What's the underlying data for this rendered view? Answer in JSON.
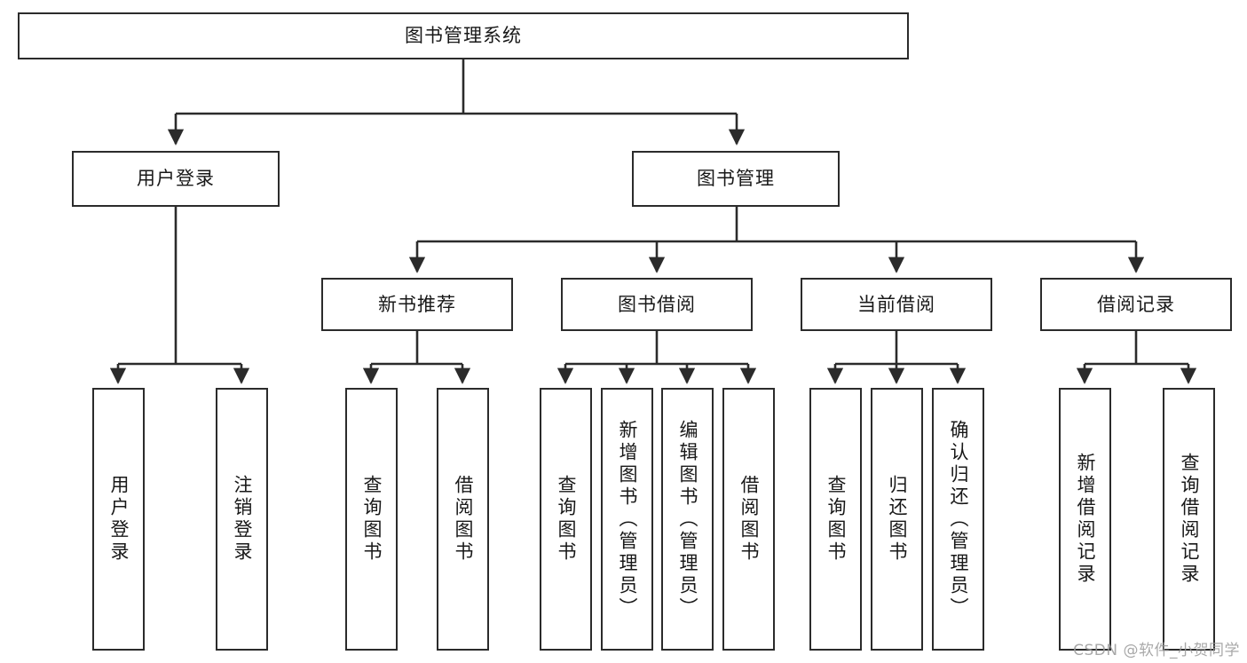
{
  "diagram": {
    "type": "hierarchy-tree",
    "title": "图书管理系统",
    "root": {
      "label": "图书管理系统"
    },
    "level2": [
      {
        "label": "用户登录"
      },
      {
        "label": "图书管理"
      }
    ],
    "level3": [
      {
        "label": "新书推荐"
      },
      {
        "label": "图书借阅"
      },
      {
        "label": "当前借阅"
      },
      {
        "label": "借阅记录"
      }
    ],
    "leaves": {
      "user_login": [
        {
          "label": "用户登录"
        },
        {
          "label": "注销登录"
        }
      ],
      "new_book_recommend": [
        {
          "label": "查询图书"
        },
        {
          "label": "借阅图书"
        }
      ],
      "book_borrow": [
        {
          "label": "查询图书"
        },
        {
          "label": "新增图书（管理员）"
        },
        {
          "label": "编辑图书（管理员）"
        },
        {
          "label": "借阅图书"
        }
      ],
      "current_borrow": [
        {
          "label": "查询图书"
        },
        {
          "label": "归还图书"
        },
        {
          "label": "确认归还（管理员）"
        }
      ],
      "borrow_records": [
        {
          "label": "新增借阅记录"
        },
        {
          "label": "查询借阅记录"
        }
      ]
    }
  },
  "watermark": {
    "text": "CSDN @软件_小贺同学"
  },
  "colors": {
    "stroke": "#2b2b2b",
    "background": "#ffffff",
    "text": "#181818",
    "watermark": "#9a9a9a"
  }
}
